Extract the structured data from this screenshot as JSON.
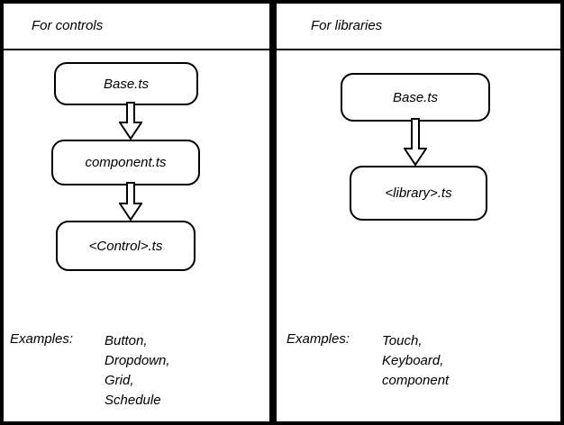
{
  "panels": {
    "controls": {
      "title": "For controls",
      "nodes": [
        "Base.ts",
        "component.ts",
        "<Control>.ts"
      ],
      "examples_label": "Examples:",
      "examples": [
        "Button,",
        "Dropdown,",
        "Grid,",
        "Schedule"
      ]
    },
    "libraries": {
      "title": "For libraries",
      "nodes": [
        "Base.ts",
        "<library>.ts"
      ],
      "examples_label": "Examples:",
      "examples": [
        "Touch,",
        "Keyboard,",
        "component"
      ]
    }
  },
  "icons": {
    "arrow": "down-block-arrow"
  },
  "colors": {
    "border": "#000000",
    "panel_background": "#ffffff"
  }
}
